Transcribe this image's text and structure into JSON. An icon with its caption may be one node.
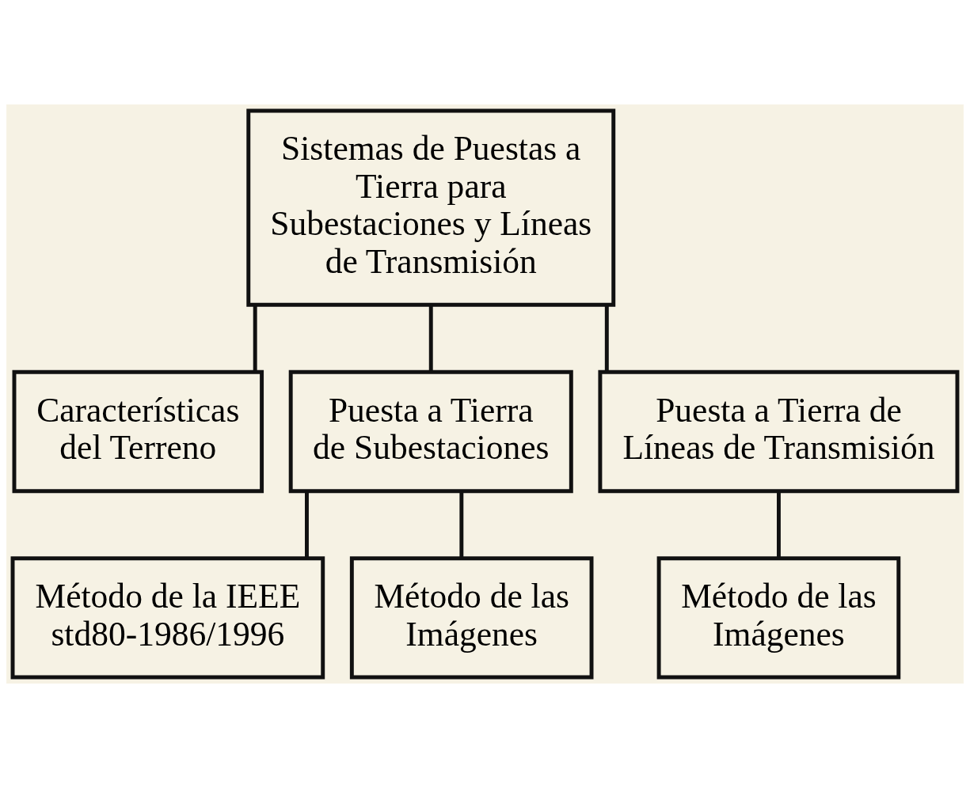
{
  "diagram": {
    "nodes": [
      {
        "text": [
          "Sistemas de Puestas a Tierra para Subestaciones y Líneas de Transmisión"
        ]
      },
      {
        "text": [
          "Características del Terreno"
        ]
      },
      {
        "text": [
          "Puesta a Tierra de Subestaciones"
        ]
      },
      {
        "text": [
          "Puesta a Tierra de Líneas de Transmisión"
        ]
      },
      {
        "text": [
          "Método de la IEEE std80-1986/1996"
        ]
      },
      {
        "text": [
          "Método de las Imágenes"
        ]
      },
      {
        "text": [
          "Método de las Imágenes"
        ]
      }
    ],
    "edges": [
      {
        "from": 0,
        "to": 1,
        "arrow": "none"
      },
      {
        "from": 0,
        "to": 2,
        "arrow": "none"
      },
      {
        "from": 0,
        "to": 3,
        "arrow": "none"
      },
      {
        "from": 2,
        "to": 4,
        "arrow": "none"
      },
      {
        "from": 2,
        "to": 5,
        "arrow": "none"
      },
      {
        "from": 3,
        "to": 6,
        "arrow": "none"
      }
    ]
  }
}
